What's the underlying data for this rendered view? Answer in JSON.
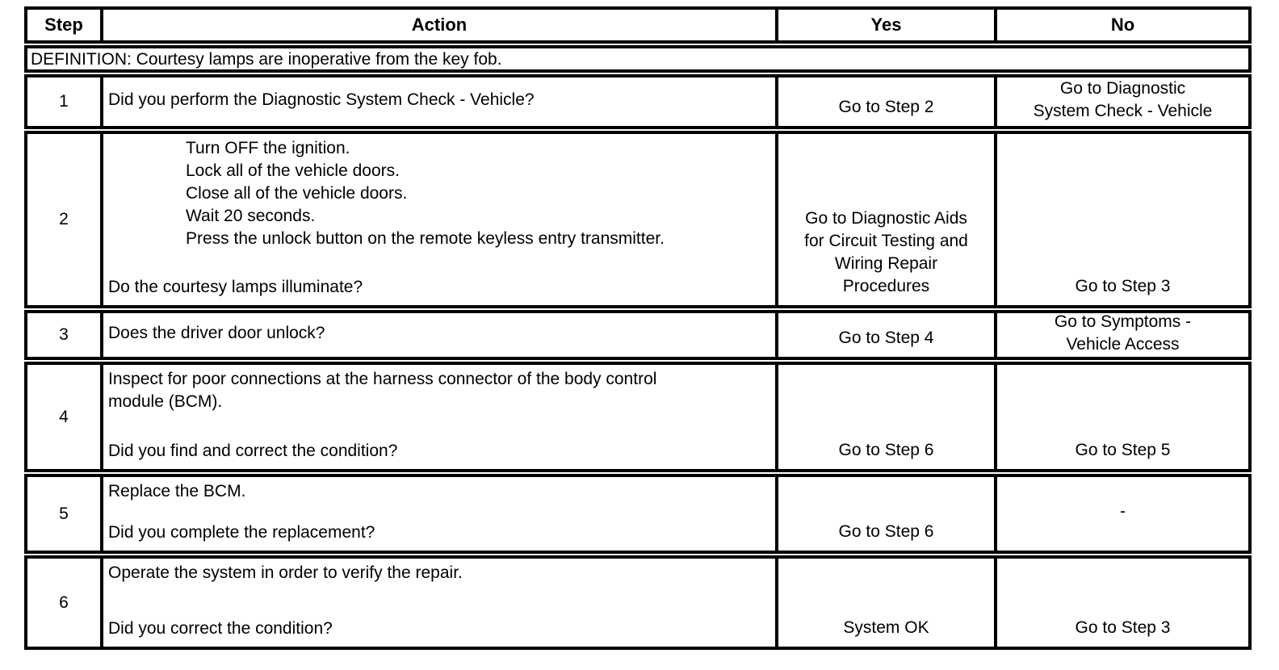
{
  "header": {
    "step": "Step",
    "action": "Action",
    "yes": "Yes",
    "no": "No"
  },
  "definition": "DEFINITION: Courtesy lamps are inoperative from the key fob.",
  "rows": [
    {
      "step": "1",
      "question": "Did you perform the Diagnostic System Check - Vehicle?",
      "yes": [
        "Go to Step 2"
      ],
      "no": [
        "Go to Diagnostic",
        "System Check - Vehicle"
      ]
    },
    {
      "step": "2",
      "instructions": [
        "Turn OFF the ignition.",
        "Lock all of the vehicle doors.",
        "Close all of the vehicle doors.",
        "Wait 20 seconds.",
        "Press the unlock button on the remote keyless entry transmitter."
      ],
      "question": "Do the courtesy lamps illuminate?",
      "yes": [
        "Go to Diagnostic Aids",
        "for Circuit Testing and",
        "Wiring Repair",
        "Procedures"
      ],
      "no": [
        "Go to Step 3"
      ]
    },
    {
      "step": "3",
      "question": "Does the driver door unlock?",
      "yes": [
        "Go to Step 4"
      ],
      "no": [
        "Go to Symptoms -",
        "Vehicle Access"
      ]
    },
    {
      "step": "4",
      "instructions": [
        "Inspect for poor connections at the harness connector of the body control",
        "module (BCM)."
      ],
      "question": "Did you find and correct the condition?",
      "yes": [
        "Go to Step 6"
      ],
      "no": [
        "Go to Step 5"
      ]
    },
    {
      "step": "5",
      "instructions": [
        "Replace the BCM."
      ],
      "question": "Did you complete the replacement?",
      "yes": [
        "Go to Step 6"
      ],
      "no": [
        "-"
      ]
    },
    {
      "step": "6",
      "instructions": [
        "Operate the system in order to verify the repair."
      ],
      "question": "Did you correct the condition?",
      "yes": [
        "System OK"
      ],
      "no": [
        "Go to Step 3"
      ]
    }
  ]
}
